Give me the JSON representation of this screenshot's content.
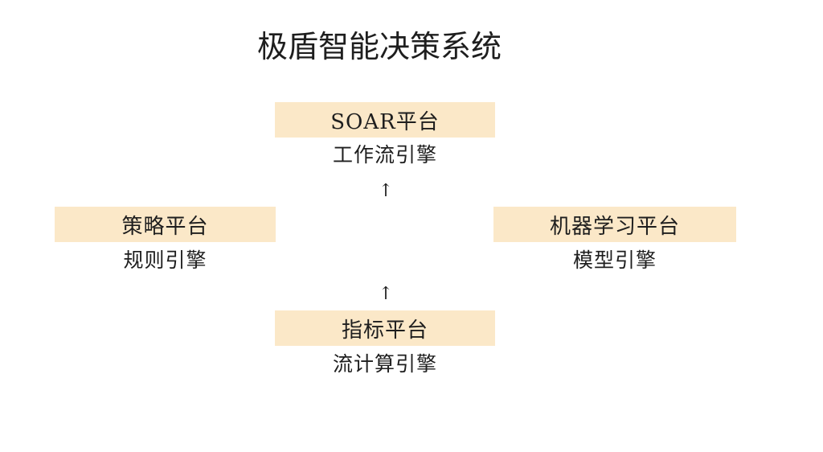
{
  "title": "极盾智能决策系统",
  "nodes": {
    "soar": {
      "label": "SOAR平台",
      "engine": "工作流引擎"
    },
    "policy": {
      "label": "策略平台",
      "engine": "规则引擎"
    },
    "ml": {
      "label": "机器学习平台",
      "engine": "模型引擎"
    },
    "metric": {
      "label": "指标平台",
      "engine": "流计算引擎"
    }
  },
  "arrows": {
    "glyph": "↑"
  },
  "colors": {
    "box_fill": "#fbe8c8",
    "text": "#1e1e1e"
  }
}
